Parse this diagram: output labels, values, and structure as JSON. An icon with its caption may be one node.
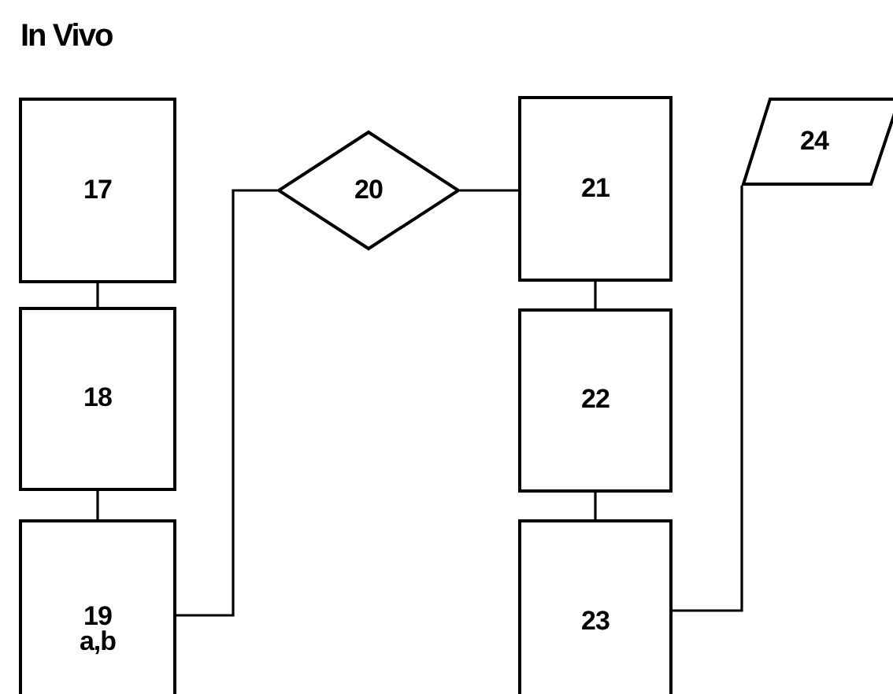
{
  "diagram": {
    "title": "In Vivo",
    "nodes": [
      {
        "text": [
          "17"
        ]
      },
      {
        "text": [
          "18"
        ]
      },
      {
        "text": [
          "19 a,b"
        ]
      },
      {
        "text": [
          "20"
        ]
      },
      {
        "text": [
          "21"
        ]
      },
      {
        "text": [
          "22"
        ]
      },
      {
        "text": [
          "23"
        ]
      },
      {
        "text": [
          "24"
        ]
      }
    ],
    "edges": [
      {
        "from": 0,
        "to": 1,
        "arrow": "none"
      },
      {
        "from": 1,
        "to": 2,
        "arrow": "none"
      },
      {
        "from": 2,
        "to": 3,
        "arrow": "none"
      },
      {
        "from": 3,
        "to": 4,
        "arrow": "none"
      },
      {
        "from": 4,
        "to": 5,
        "arrow": "none"
      },
      {
        "from": 5,
        "to": 6,
        "arrow": "none"
      },
      {
        "from": 6,
        "to": 7,
        "arrow": "none"
      }
    ]
  }
}
